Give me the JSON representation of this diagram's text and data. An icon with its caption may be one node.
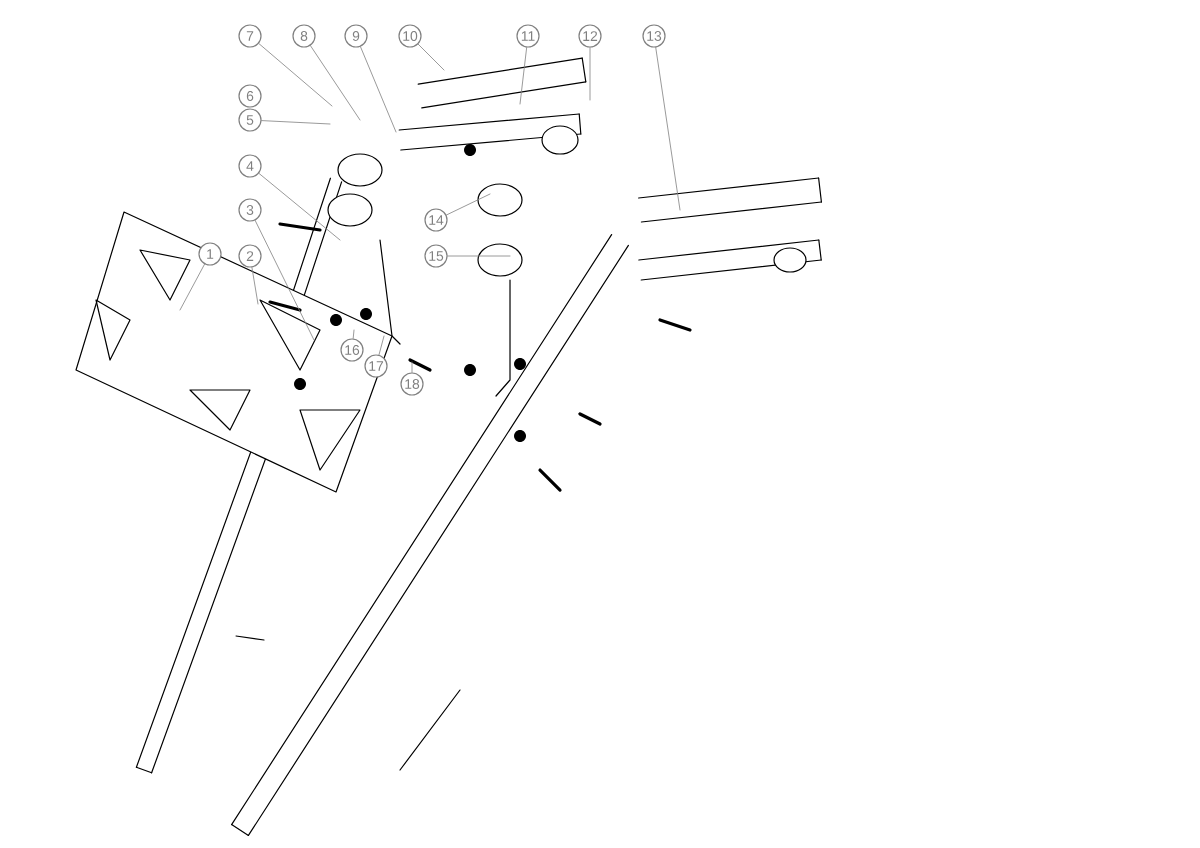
{
  "diagram": {
    "nodes": [
      {
        "text": [
          "1"
        ]
      },
      {
        "text": [
          "2"
        ]
      },
      {
        "text": [
          "3"
        ]
      },
      {
        "text": [
          "4"
        ]
      },
      {
        "text": [
          "5"
        ]
      },
      {
        "text": [
          "6"
        ]
      },
      {
        "text": [
          "7"
        ]
      },
      {
        "text": [
          "8"
        ]
      },
      {
        "text": [
          "9"
        ]
      },
      {
        "text": [
          "10"
        ]
      },
      {
        "text": [
          "11"
        ]
      },
      {
        "text": [
          "12"
        ]
      },
      {
        "text": [
          "13"
        ]
      },
      {
        "text": [
          "14"
        ]
      },
      {
        "text": [
          "15"
        ]
      },
      {
        "text": [
          "16"
        ]
      },
      {
        "text": [
          "17"
        ]
      },
      {
        "text": [
          "18"
        ]
      }
    ],
    "edges": [
      {
        "from": 0,
        "to": null,
        "arrow": "none"
      },
      {
        "from": 1,
        "to": null,
        "arrow": "none"
      },
      {
        "from": 2,
        "to": null,
        "arrow": "none"
      },
      {
        "from": 3,
        "to": null,
        "arrow": "none"
      },
      {
        "from": 4,
        "to": null,
        "arrow": "none"
      },
      {
        "from": 6,
        "to": null,
        "arrow": "none"
      },
      {
        "from": 7,
        "to": null,
        "arrow": "none"
      },
      {
        "from": 8,
        "to": null,
        "arrow": "none"
      },
      {
        "from": 9,
        "to": null,
        "arrow": "none"
      },
      {
        "from": 10,
        "to": null,
        "arrow": "none"
      },
      {
        "from": 11,
        "to": null,
        "arrow": "none"
      },
      {
        "from": 12,
        "to": null,
        "arrow": "none"
      },
      {
        "from": 13,
        "to": null,
        "arrow": "none"
      },
      {
        "from": 14,
        "to": null,
        "arrow": "none"
      },
      {
        "from": 15,
        "to": null,
        "arrow": "none"
      },
      {
        "from": 16,
        "to": null,
        "arrow": "none"
      },
      {
        "from": 17,
        "to": null,
        "arrow": "none"
      }
    ]
  }
}
